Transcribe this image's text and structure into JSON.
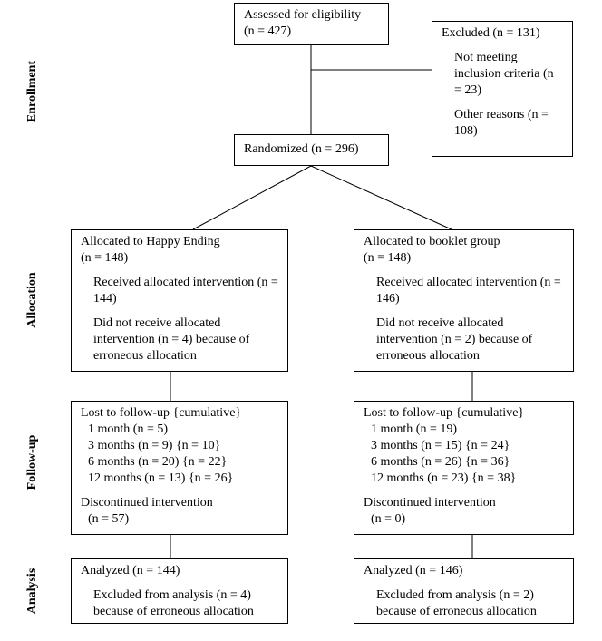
{
  "colors": {
    "background": "#ffffff",
    "border": "#000000",
    "text": "#000000"
  },
  "stages": {
    "labels": [
      "Enrollment",
      "Allocation",
      "Follow-up",
      "Analysis"
    ]
  },
  "enrollment": {
    "assessed": {
      "line1": "Assessed for eligibility",
      "line2": "(n = 427)"
    },
    "excluded": {
      "title": "Excluded (n = 131)",
      "reason1": "Not meeting inclusion criteria (n = 23)",
      "reason2": "Other reasons (n = 108)"
    },
    "randomized": "Randomized (n = 296)"
  },
  "allocation": {
    "left": {
      "title_line1": "Allocated to Happy Ending",
      "title_line2": "(n = 148)",
      "received": "Received allocated intervention (n = 144)",
      "not_received": "Did not receive allocated intervention (n = 4) because of erroneous allocation"
    },
    "right": {
      "title_line1": "Allocated to booklet group",
      "title_line2": "(n = 148)",
      "received": "Received allocated intervention (n = 146)",
      "not_received": "Did not receive allocated intervention (n = 2) because of erroneous allocation"
    }
  },
  "followup": {
    "left": {
      "title": "Lost to follow-up {cumulative}",
      "items": [
        "1 month (n = 5)",
        "3 months (n = 9) {n = 10}",
        "6 months (n = 20) {n = 22}",
        "12 months (n = 13) {n = 26}"
      ],
      "discontinued_line1": "Discontinued intervention",
      "discontinued_line2": "(n = 57)"
    },
    "right": {
      "title": "Lost to follow-up {cumulative}",
      "items": [
        "1 month (n = 19)",
        "3 months (n = 15) {n = 24}",
        "6 months (n = 26) {n = 36}",
        "12 months (n = 23) {n = 38}"
      ],
      "discontinued_line1": "Discontinued intervention",
      "discontinued_line2": "(n = 0)"
    }
  },
  "analysis": {
    "left": {
      "title": "Analyzed (n = 144)",
      "excluded": "Excluded from analysis (n = 4) because of erroneous allocation"
    },
    "right": {
      "title": "Analyzed (n = 146)",
      "excluded": "Excluded from analysis (n = 2) because of erroneous allocation"
    }
  }
}
